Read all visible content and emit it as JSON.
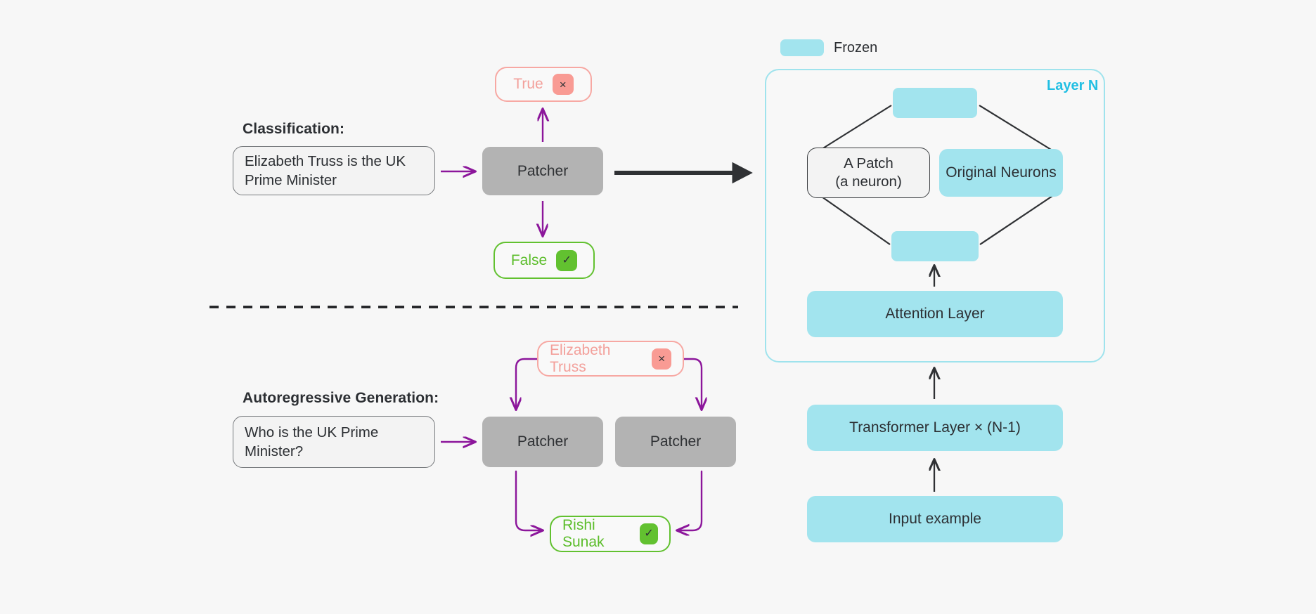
{
  "legend": {
    "swatch_name": "frozen-swatch",
    "label": "Frozen",
    "color": "#a2e4ee"
  },
  "classification": {
    "title": "Classification:",
    "input_text": "Elizabeth Truss is the UK Prime Minister",
    "patcher_label": "Patcher",
    "outputs": [
      {
        "label": "True",
        "mark": "×",
        "state": "wrong",
        "color": "#f3a09b"
      },
      {
        "label": "False",
        "mark": "✓",
        "state": "right",
        "color": "#5cbd2b"
      }
    ]
  },
  "generation": {
    "title": "Autoregressive Generation:",
    "input_text": "Who is the UK Prime Minister?",
    "patcher_label_1": "Patcher",
    "patcher_label_2": "Patcher",
    "outputs": [
      {
        "label": "Elizabeth Truss",
        "mark": "×",
        "state": "wrong",
        "color": "#f3a09b"
      },
      {
        "label": "Rishi Sunak",
        "mark": "✓",
        "state": "right",
        "color": "#5cbd2b"
      }
    ]
  },
  "model": {
    "layer_tag": "Layer N",
    "patch_line_1": "A Patch",
    "patch_line_2": "(a neuron)",
    "original_neurons": "Original Neurons",
    "attention_layer": "Attention Layer",
    "transformer_layer": "Transformer Layer × (N-1)",
    "input_example": "Input example",
    "accent_color": "#21bfe3",
    "frozen_color": "#a2e4ee"
  }
}
